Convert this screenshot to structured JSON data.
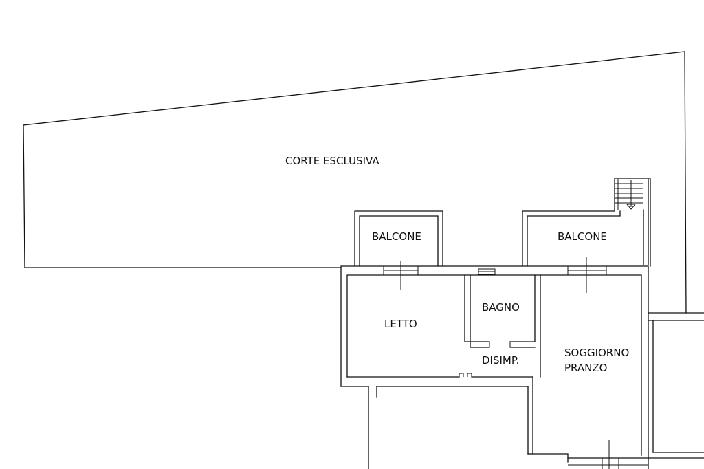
{
  "rooms": {
    "corte": "CORTE ESCLUSIVA",
    "balcone_left": "BALCONE",
    "balcone_right": "BALCONE",
    "letto": "LETTO",
    "bagno": "BAGNO",
    "disimpegno": "DISIMP.",
    "soggiorno_line1": "SOGGIORNO",
    "soggiorno_line2": "PRANZO"
  }
}
